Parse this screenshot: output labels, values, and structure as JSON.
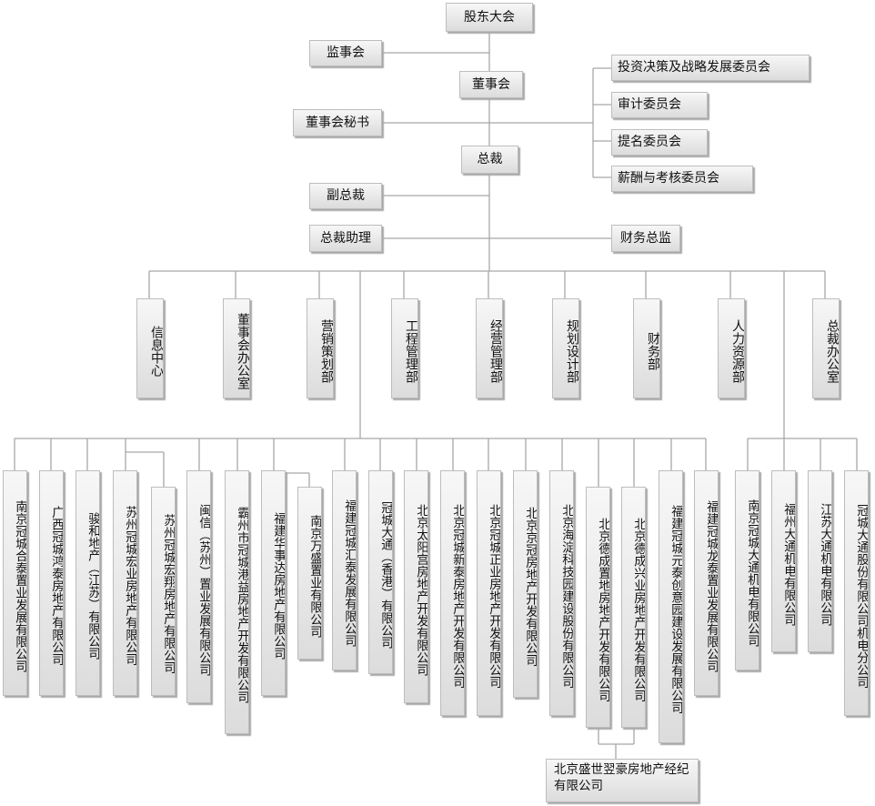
{
  "top": {
    "shareholders": "股东大会",
    "supervisors": "监事会",
    "board": "董事会",
    "board_secretary": "董事会秘书",
    "president": "总裁",
    "vice_president": "副总裁",
    "president_assistant": "总裁助理",
    "cfo": "财务总监"
  },
  "committees": [
    "投资决策及战略发展委员会",
    "审计委员会",
    "提名委员会",
    "薪酬与考核委员会"
  ],
  "departments": [
    "信息中心",
    "董事会办公室",
    "营销策划部",
    "工程管理部",
    "经营管理部",
    "规划设计部",
    "财务部",
    "人力资源部",
    "总裁办公室"
  ],
  "subsidiaries": [
    "南京冠城合泰置业发展有限公司",
    "广西冠城鸿泰房地产有限公司",
    "骏和地产（江苏）有限公司",
    "苏州冠城宏业房地产有限公司",
    "苏州冠城宏翔房地产有限公司",
    "闽信（苏州）置业发展有限公司",
    "霸州市冠城港益房地产开发有限公司",
    "福建华事达房地产有限公司",
    "南京万盛置业有限公司",
    "福建冠城汇泰发展有限公司",
    "冠城大通（香港）有限公司",
    "北京太阳宫房地产开发有限公司",
    "北京冠城新泰房地产开发有限公司",
    "北京冠城正业房地产开发有限公司",
    "北京京冠房地产开发有限公司",
    "北京海淀科技园建设股份有限公司",
    "北京德成置地房地产开发有限公司",
    "北京德成兴业房地产开发有限公司",
    "福建冠城元泰创意园建设发展有限公司",
    "福建冠城龙泰置业发展有限公司"
  ],
  "industrial": [
    "南京冠城大通机电有限公司",
    "福州大通机电有限公司",
    "江苏大通机电有限公司",
    "冠城大通股份有限公司机电分公司"
  ],
  "bottom": {
    "joint_company": "北京盛世翌豪房地产经纪有限公司"
  }
}
